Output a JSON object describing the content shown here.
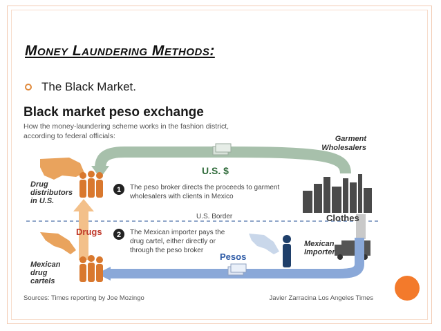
{
  "slide": {
    "title": "Money Laundering Methods:",
    "bullet": "The Black Market."
  },
  "graphic": {
    "heading": "Black market peso exchange",
    "subheading_line1": "How the money-laundering scheme works in the fashion district,",
    "subheading_line2": "according to federal officials:",
    "garment_wholesalers_line1": "Garment",
    "garment_wholesalers_line2": "Wholesalers",
    "usd_label": "U.S. $",
    "drug_distributors_line1": "Drug",
    "drug_distributors_line2": "distributors",
    "drug_distributors_line3": "in U.S.",
    "step1_number": "1",
    "step1_line1": "The peso broker directs the proceeds to garment",
    "step1_line2": "wholesalers with clients in Mexico",
    "us_border": "U.S. Border",
    "clothes": "Clothes",
    "drugs": "Drugs",
    "step2_number": "2",
    "step2_line1": "The Mexican importer pays the",
    "step2_line2": "drug cartel, either directly or",
    "step2_line3": "through the peso broker",
    "mexican_importer_line1": "Mexican",
    "mexican_importer_line2": "Importer",
    "pesos": "Pesos",
    "cartels_line1": "Mexican",
    "cartels_line2": "drug",
    "cartels_line3": "cartels",
    "sources": "Sources: Times reporting by Joe Mozingo",
    "credit": "Javier Zarracina Los Angeles Times"
  },
  "colors": {
    "accent": "#f37a2b",
    "title_red": "#c0392b",
    "arrow_green": "#9bb5a0",
    "arrow_blue": "#7f9fd6",
    "arrow_orange": "#f0b071",
    "figure_orange": "#d9782e",
    "figure_blue": "#1f3f6a"
  }
}
